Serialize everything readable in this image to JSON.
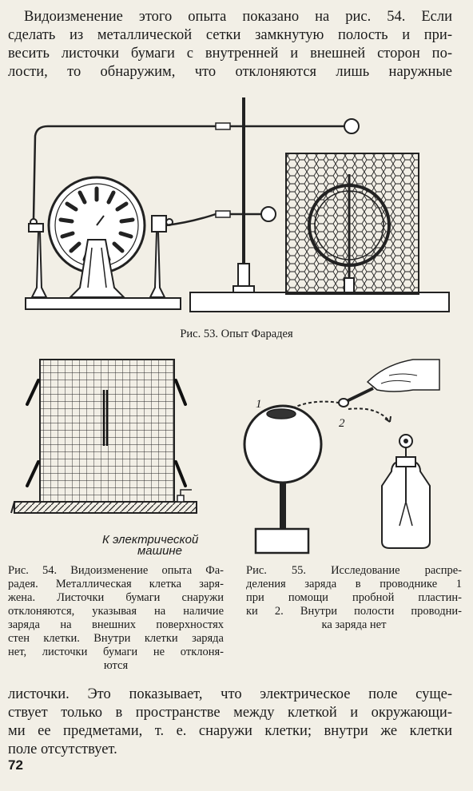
{
  "paragraph_top": [
    "Видоизменение этого опыта показано на рис. 54. Если",
    "сделать из металлической сетки замкнутую полость и при-",
    "весить листочки бумаги с внутренней и внешней сторон по-",
    "лости, то обнаружим, что отклоняются лишь наружные"
  ],
  "fig53": {
    "caption": "Рис. 53. Опыт Фарадея"
  },
  "fig54": {
    "label_line1": "К электрической",
    "label_line2": "машине",
    "caption_lines": [
      "Рис. 54. Видоизменение опыта Фа-",
      "радея. Металлическая клетка заря-",
      "жена. Листочки бумаги снаружи",
      "отклоняются, указывая на наличие",
      "заряда на внешних поверхностях",
      "стен клетки. Внутри клетки заряда",
      "нет, листочки бумаги не отклоня-",
      "ются"
    ]
  },
  "fig55": {
    "label_1": "1",
    "label_2": "2",
    "caption_lines": [
      "Рис. 55. Исследование распре-",
      "деления заряда в проводнике 1",
      "при помощи пробной пластин-",
      "ки 2. Внутри полости проводни-",
      "ка заряда нет"
    ]
  },
  "paragraph_bottom": [
    "листочки. Это показывает, что электрическое поле суще-",
    "ствует только в пространстве между клеткой и окружающи-",
    "ми ее предметами, т. е. снаружи клетки; внутри же клетки",
    "поле отсутствует."
  ],
  "page_number": "72"
}
